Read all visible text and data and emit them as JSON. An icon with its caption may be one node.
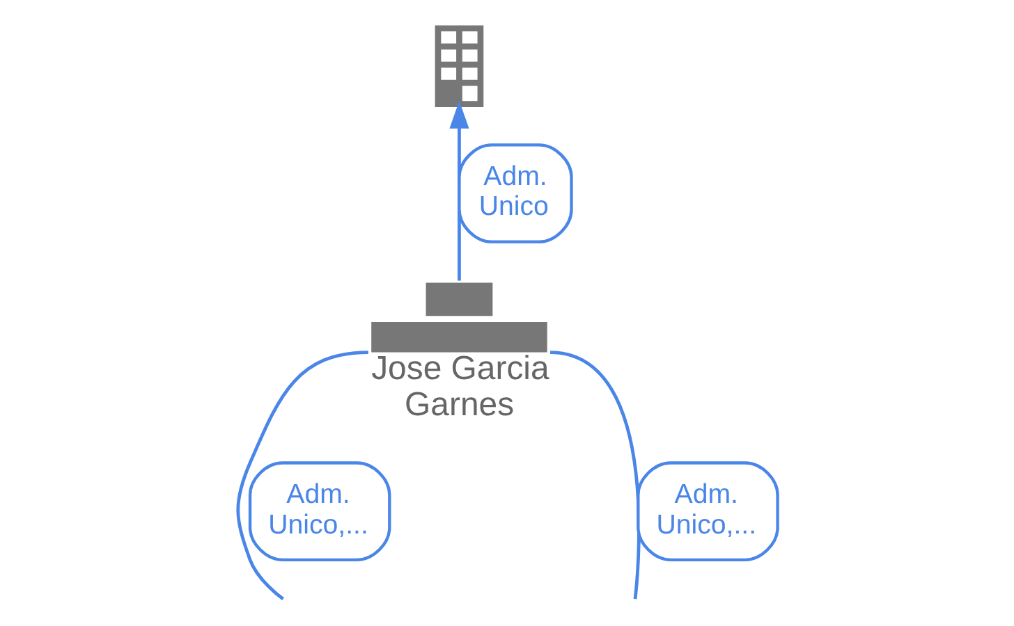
{
  "diagram": {
    "nodes": [
      {
        "text": [],
        "shape": "picture"
      },
      {
        "text": [
          "Jose Garcia Garnes"
        ]
      }
    ],
    "edges": [
      {
        "from": 1,
        "to": 0,
        "arrow": "to",
        "label": "Adm. Unico"
      },
      {
        "from": 1,
        "to": null,
        "arrow": "none",
        "label": "Adm. Unico,..."
      },
      {
        "from": 1,
        "to": null,
        "arrow": "none",
        "label": "Adm. Unico,..."
      }
    ]
  }
}
